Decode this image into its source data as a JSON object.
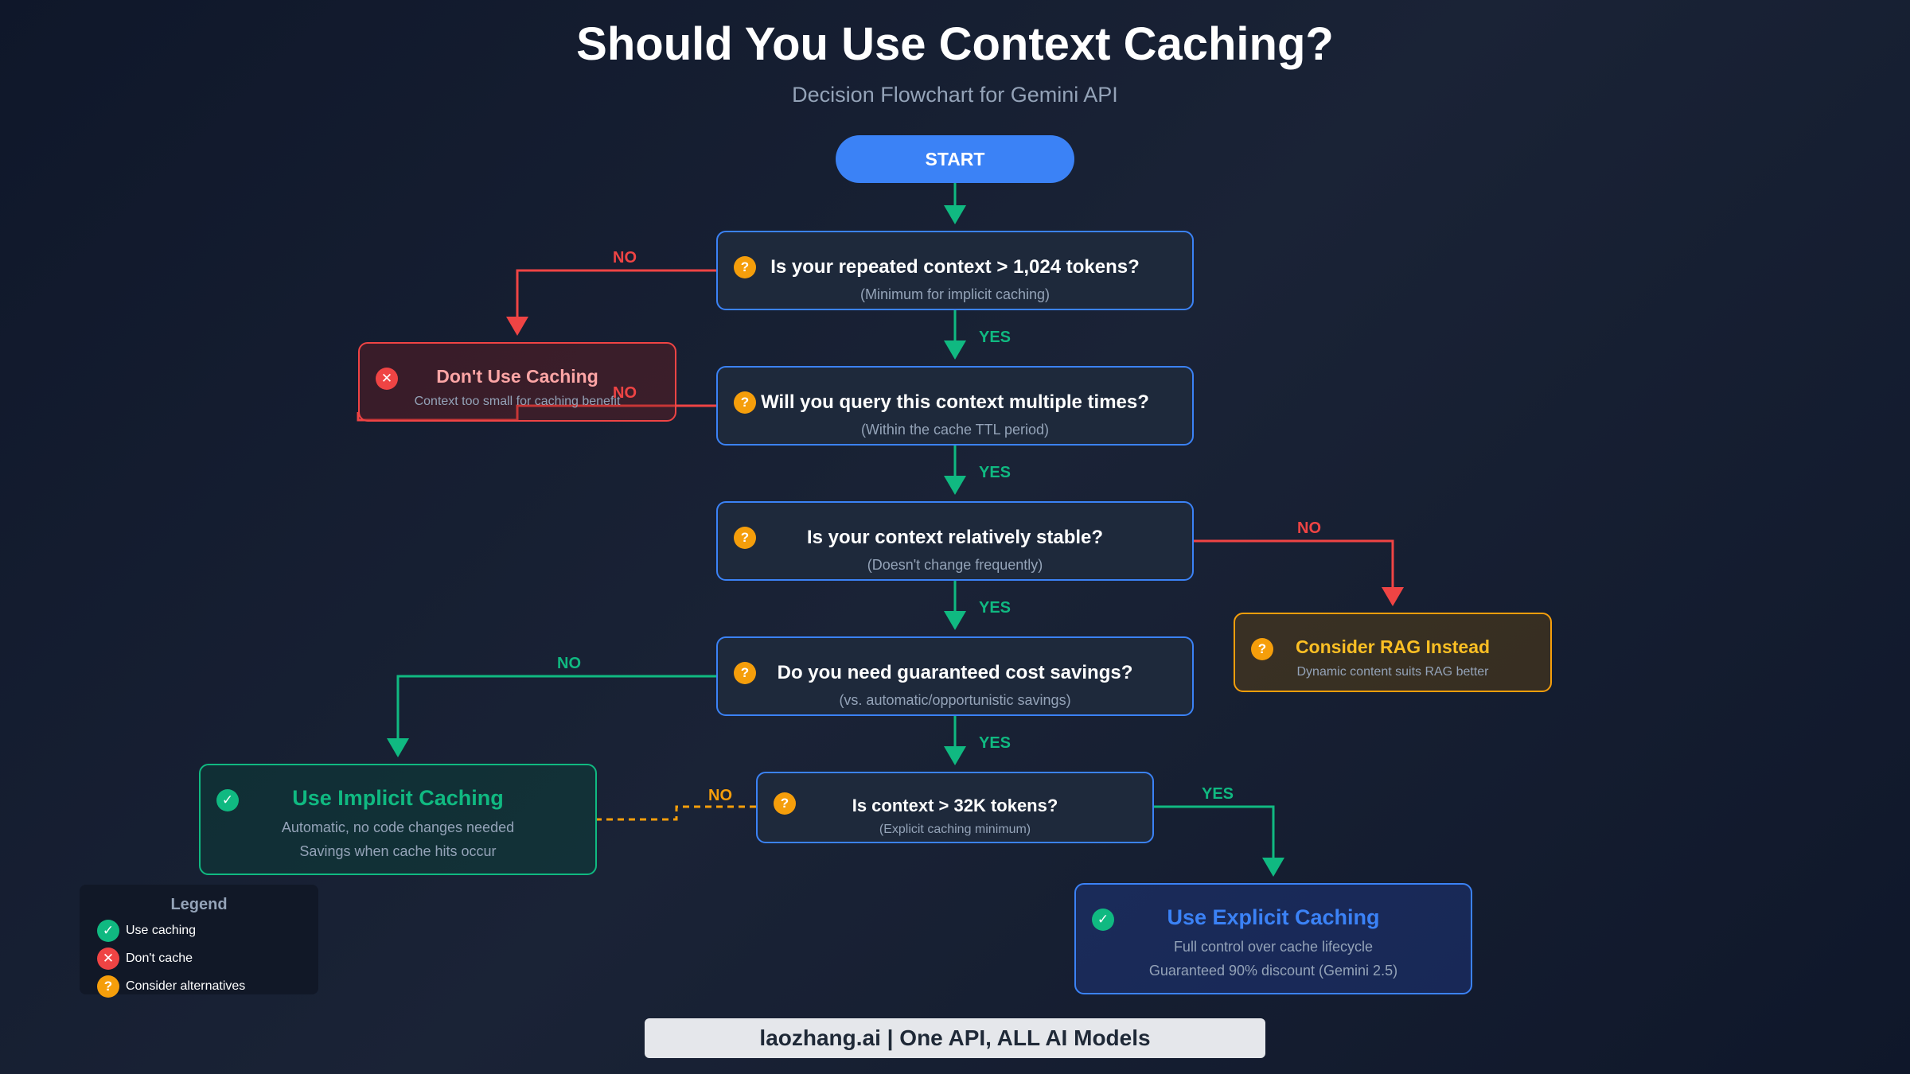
{
  "header": {
    "title": "Should You Use Context Caching?",
    "subtitle": "Decision Flowchart for Gemini API"
  },
  "colors": {
    "background": "#0f172a",
    "decision_border": "#3b82f6",
    "yes_arrow": "#10b981",
    "no_arrow": "#ef4444",
    "warn": "#f59e0b",
    "start_fill": "#3b82f6"
  },
  "start": {
    "label": "START"
  },
  "decisions": [
    {
      "question": "Is your repeated context > 1,024 tokens?",
      "note": "(Minimum for implicit caching)",
      "icon": "question-icon"
    },
    {
      "question": "Will you query this context multiple times?",
      "note": "(Within the cache TTL period)",
      "icon": "question-icon"
    },
    {
      "question": "Is your context relatively stable?",
      "note": "(Doesn't change frequently)",
      "icon": "question-icon"
    },
    {
      "question": "Do you need guaranteed cost savings?",
      "note": "(vs. automatic/opportunistic savings)",
      "icon": "question-icon"
    },
    {
      "question": "Is context > 32K tokens?",
      "note": "(Explicit caching minimum)",
      "icon": "question-icon"
    }
  ],
  "outcomes": {
    "dont_cache": {
      "title": "Don't Use Caching",
      "line1": "Context too small for caching benefit",
      "icon": "x-icon"
    },
    "rag": {
      "title": "Consider RAG Instead",
      "line1": "Dynamic content suits RAG better",
      "icon": "question-icon"
    },
    "implicit": {
      "title": "Use Implicit Caching",
      "line1": "Automatic, no code changes needed",
      "line2": "Savings when cache hits occur",
      "icon": "check-icon"
    },
    "explicit": {
      "title": "Use Explicit Caching",
      "line1": "Full control over cache lifecycle",
      "line2": "Guaranteed 90% discount (Gemini 2.5)",
      "icon": "check-icon"
    }
  },
  "edge_labels": {
    "yes": "YES",
    "no": "NO"
  },
  "legend": {
    "title": "Legend",
    "items": [
      {
        "label": "Use caching",
        "icon": "check-icon"
      },
      {
        "label": "Don't cache",
        "icon": "x-icon"
      },
      {
        "label": "Consider alternatives",
        "icon": "question-icon"
      }
    ]
  },
  "footer": {
    "text": "laozhang.ai | One API, ALL AI Models"
  }
}
